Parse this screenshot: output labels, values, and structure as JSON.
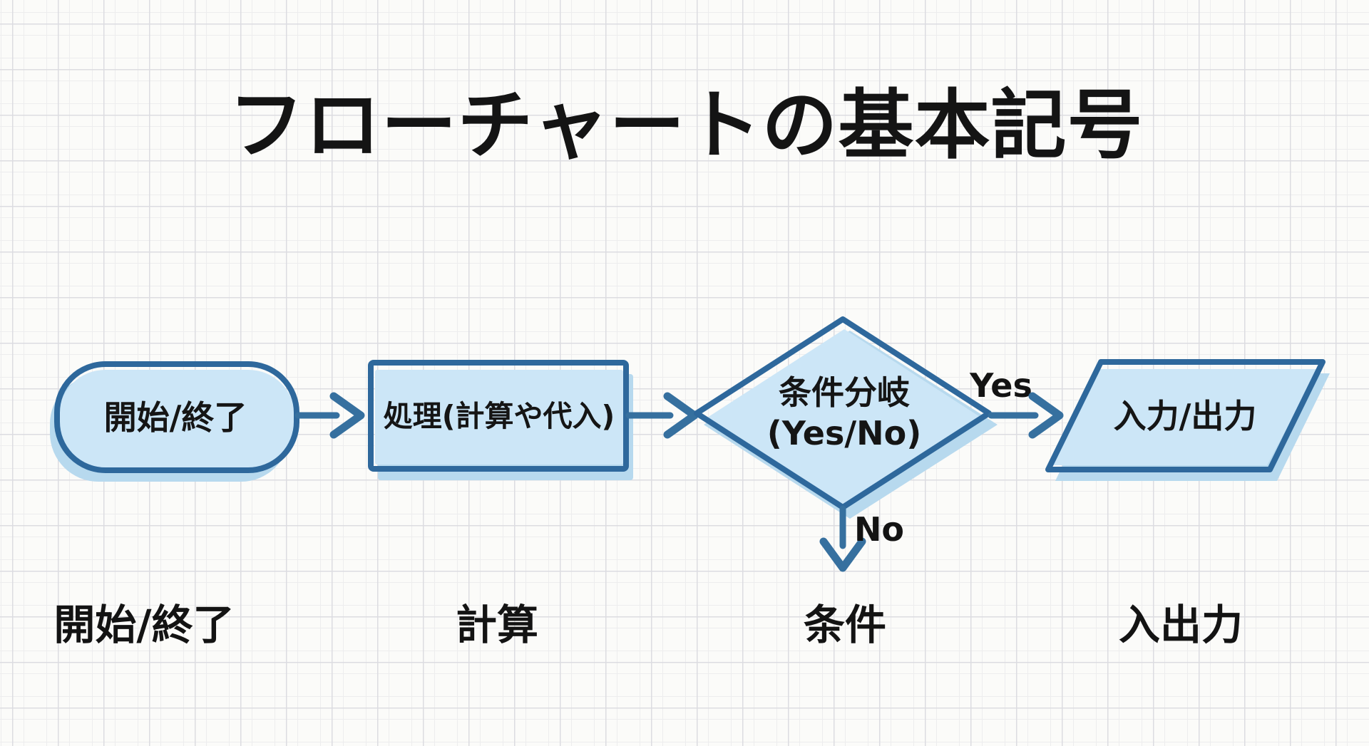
{
  "title": "フローチャートの基本記号",
  "nodes": {
    "terminator": {
      "shape": "stadium",
      "label": "開始/終了"
    },
    "process": {
      "shape": "rectangle",
      "label": "処理(計算や代入)"
    },
    "decision": {
      "shape": "diamond",
      "label_line1": "条件分岐",
      "label_line2": "(Yes/No)"
    },
    "io": {
      "shape": "parallelogram",
      "label": "入力/出力"
    }
  },
  "edges": {
    "yes_label": "Yes",
    "no_label": "No"
  },
  "captions": [
    {
      "label": "開始/終了"
    },
    {
      "label": "計算"
    },
    {
      "label": "条件"
    },
    {
      "label": "入出力"
    }
  ],
  "colors": {
    "background": "#fbfbf9",
    "grid_major": "#dcdce1",
    "grid_minor": "#ededee",
    "shape_stroke": "#2e689c",
    "shape_fill": "#cce6f7",
    "shape_shadow": "#b7d9ee",
    "arrow": "#36709f",
    "text": "#141414"
  }
}
